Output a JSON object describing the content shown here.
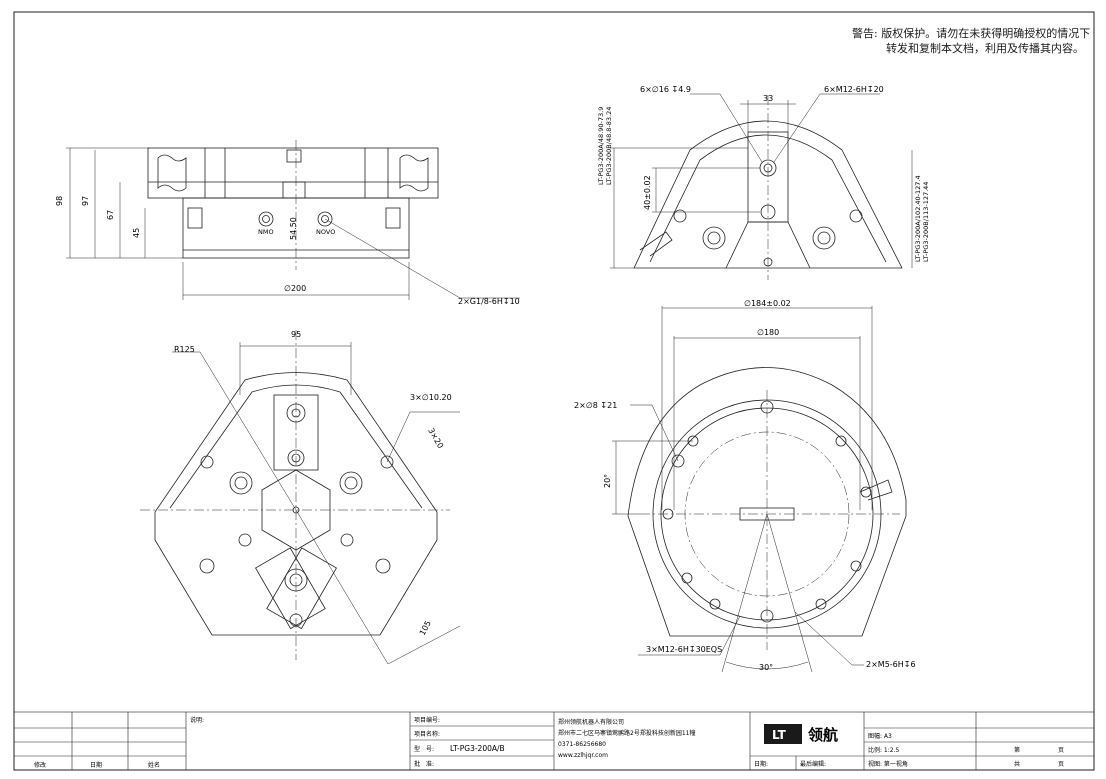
{
  "warning": {
    "label": "警告:",
    "line1": "版权保护。请勿在未获得明确授权的情况下",
    "line2": "转发和复制本文档，利用及传播其内容。"
  },
  "side_view": {
    "dim_98": "98",
    "dim_97": "97",
    "dim_67": "67",
    "dim_45": "45",
    "dim_54_50": "54.50",
    "dim_d200": "∅200",
    "port_note": "2×G1/8-6H↧10",
    "port_label_1": "NMO",
    "port_label_2": "NOVO"
  },
  "top_right_view": {
    "holes_16": "6×∅16 ↧4.9",
    "holes_m12": "6×M12-6H↧20",
    "dim_33": "33",
    "dim_40": "40±0.02",
    "range_left_1": "LT-PG3-200A/48.90-73.9",
    "range_left_2": "LT-PG3-200B/48.8-83.24",
    "range_right_1": "LT-PG3-200A/102.40-127.4",
    "range_right_2": "LT-PG3-200B/113-127.44"
  },
  "front_view": {
    "r125": "R125",
    "dim_95": "95",
    "holes_10": "3×∅10.20",
    "dim_3x20": "3×20",
    "dim_105": "105"
  },
  "bottom_view": {
    "d184": "∅184±0.02",
    "d180": "∅180",
    "holes_8": "2×∅8 ↧21",
    "angle_20": "20°",
    "angle_30": "30°",
    "m12_note": "3×M12-6H↧30EQS",
    "m5_note": "2×M5-6H↧6"
  },
  "title_block": {
    "rev_labels": [
      "修改",
      "日期",
      "姓名"
    ],
    "desc_label": "说明:",
    "project_no_label": "项目编号:",
    "project_name_label": "项目名称:",
    "model_label": "型　号:",
    "model_value": "LT-PG3-200A/B",
    "approve_label": "批　准:",
    "company": "郑州领航机器人有限公司",
    "address": "郑州市二七区马寨镇莺鹂路2号郑投科技创新园11幢",
    "phone": "0371-86256680",
    "website": "www.zzlhjqr.com",
    "logo_letters": "LT",
    "logo_text": "领航",
    "date_label": "日期:",
    "last_edit_label": "最后编辑:",
    "sheet_size_label": "图幅: A3",
    "scale_label": "比例: 1:2.5",
    "view_label": "视图: 第一视角",
    "page_label": "第",
    "page_unit": "页",
    "total_label": "共",
    "total_unit": "页"
  }
}
